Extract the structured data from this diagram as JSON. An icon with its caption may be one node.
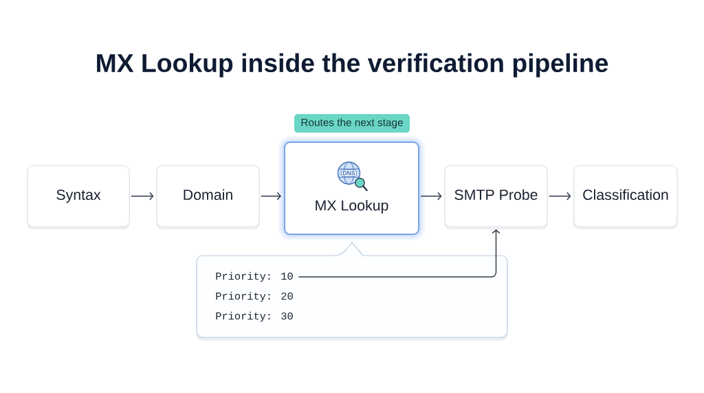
{
  "diagram": {
    "title": "MX Lookup inside the verification pipeline",
    "nodes": [
      {
        "text": [
          "Routes the next stage"
        ]
      },
      {
        "text": [
          "Syntax"
        ]
      },
      {
        "text": [
          "Domain"
        ]
      },
      {
        "text": [
          "DNS",
          "MX Lookup"
        ]
      },
      {
        "text": [
          "SMTP Probe"
        ]
      },
      {
        "text": [
          "Classification"
        ]
      },
      {
        "text": [
          "Priority: 10",
          "Priority: 20",
          "Priority: 30"
        ]
      }
    ],
    "edges": [
      {
        "from": 1,
        "to": 2,
        "arrow": "to"
      },
      {
        "from": 2,
        "to": 3,
        "arrow": "to"
      },
      {
        "from": 3,
        "to": 4,
        "arrow": "to"
      },
      {
        "from": 4,
        "to": 5,
        "arrow": "to"
      },
      {
        "from": 6,
        "to": 4,
        "arrow": "to"
      }
    ]
  }
}
